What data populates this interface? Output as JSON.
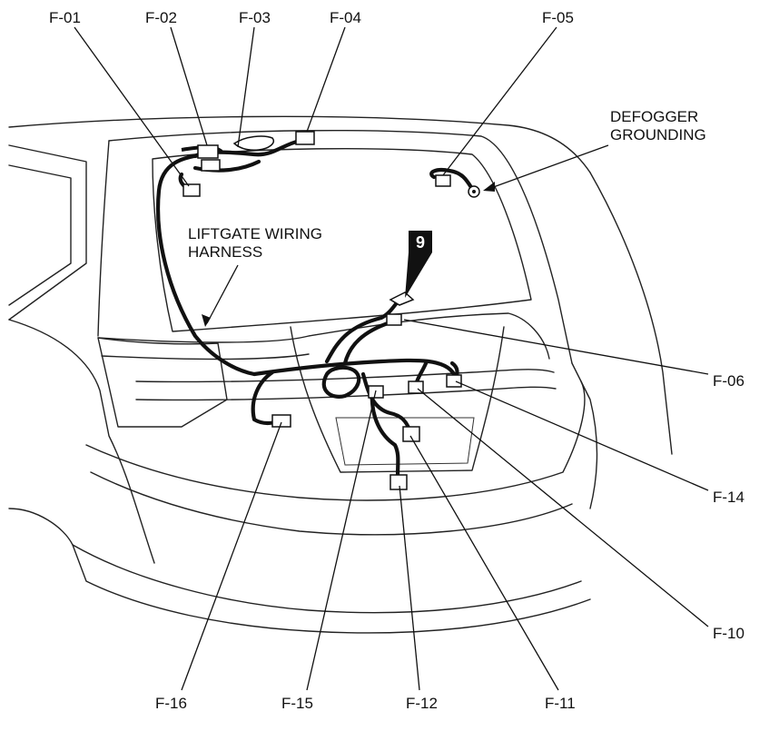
{
  "callouts": {
    "f01": "F-01",
    "f02": "F-02",
    "f03": "F-03",
    "f04": "F-04",
    "f05": "F-05",
    "f06": "F-06",
    "f14": "F-14",
    "f10": "F-10",
    "f11": "F-11",
    "f12": "F-12",
    "f15": "F-15",
    "f16": "F-16"
  },
  "notes": {
    "defogger_line1": "DEFOGGER",
    "defogger_line2": "GROUNDING",
    "harness_line1": "LIFTGATE WIRING",
    "harness_line2": "HARNESS"
  },
  "marker": {
    "number": "9"
  }
}
